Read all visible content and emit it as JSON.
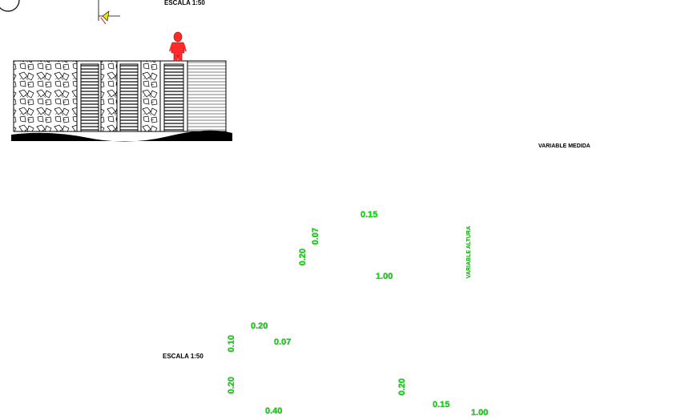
{
  "drawing": {
    "scale_top": "ESCALA 1:50",
    "scale_plan": "ESCALA 1:50",
    "variable_medida": "VARIABLE MEDIDA",
    "variable_altura": "VARIABLE ALTURA",
    "dims_rail": {
      "top": "0.15",
      "v1": "0.07",
      "v2": "0.20",
      "bottom": "1.00"
    },
    "dims_stair": {
      "top": "0.20",
      "mid": "0.07",
      "v1": "0.10",
      "v2": "0.20",
      "bottom": "0.40"
    },
    "dims_fence": {
      "v": "0.20",
      "bottom_a": "0.15",
      "bottom_b": "1.00"
    }
  },
  "colors": {
    "line": "#000000",
    "figure": "#ff0000",
    "dimension": "#11dd11",
    "accent_cyan": "#00c8c8",
    "accent_magenta": "#cc00cc",
    "accent_yellow": "#e6e600",
    "accent_blue": "#0000ff"
  }
}
